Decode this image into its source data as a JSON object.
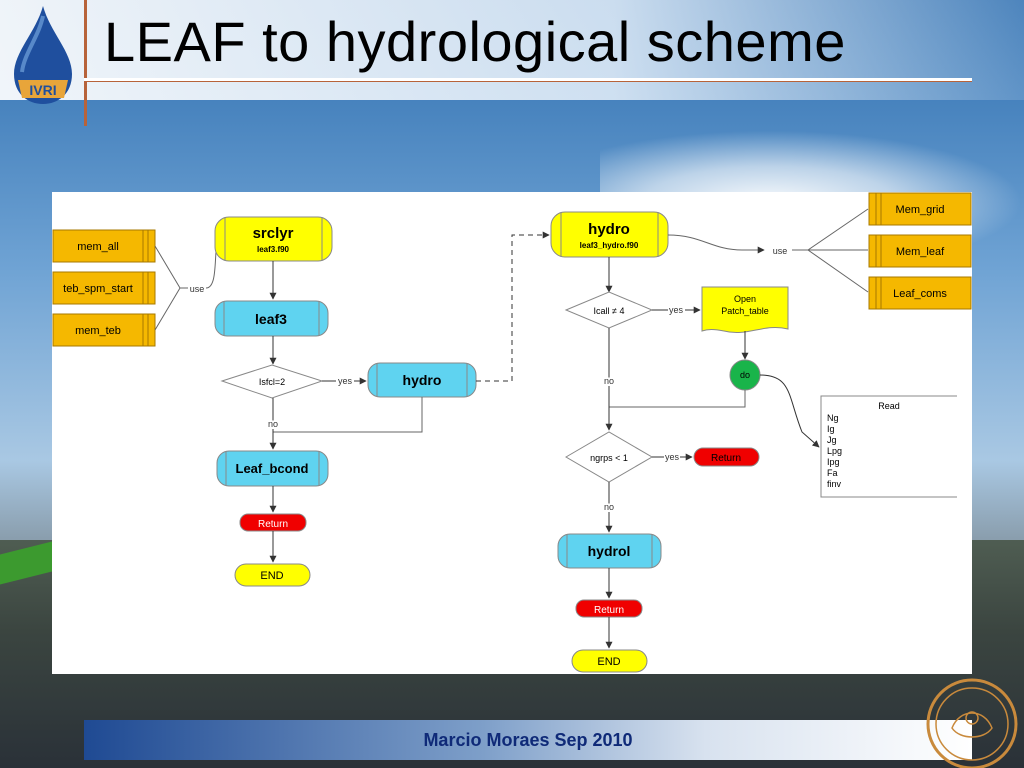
{
  "title": "LEAF to hydrological scheme",
  "footer": "Marcio Moraes Sep 2010",
  "logo_text": "IVRI",
  "colors": {
    "orange": "#f5b800",
    "cyan": "#5fd3f0",
    "yellow": "#ffff00",
    "red": "#f00000",
    "green": "#19b44a",
    "title_accent": "#b7633a"
  },
  "left_flow": {
    "modules": [
      "mem_all",
      "teb_spm_start",
      "mem_teb"
    ],
    "use_label": "use",
    "srclyr": {
      "title": "srclyr",
      "file": "leaf3.f90"
    },
    "leaf3": "leaf3",
    "decision": "Isfcl=2",
    "yes_label": "yes",
    "no_label": "no",
    "hydro": "hydro",
    "leaf_bcond": "Leaf_bcond",
    "return": "Return",
    "end": "END"
  },
  "right_flow": {
    "hydro": {
      "title": "hydro",
      "file": "leaf3_hydro.f90"
    },
    "use_label": "use",
    "modules": [
      "Mem_grid",
      "Mem_leaf",
      "Leaf_coms"
    ],
    "decision1": "Icall ≠ 4",
    "yes_label": "yes",
    "no_label": "no",
    "open_doc": [
      "Open",
      "Patch_table"
    ],
    "do_label": "do",
    "read_box": {
      "title": "Read",
      "items": [
        "Ng",
        "Ig",
        "Jg",
        "Lpg",
        "Ipg",
        "Fa",
        "finv"
      ]
    },
    "decision2": "ngrps < 1",
    "return_yes": "Return",
    "hydrol": "hydrol",
    "return": "Return",
    "end": "END"
  }
}
